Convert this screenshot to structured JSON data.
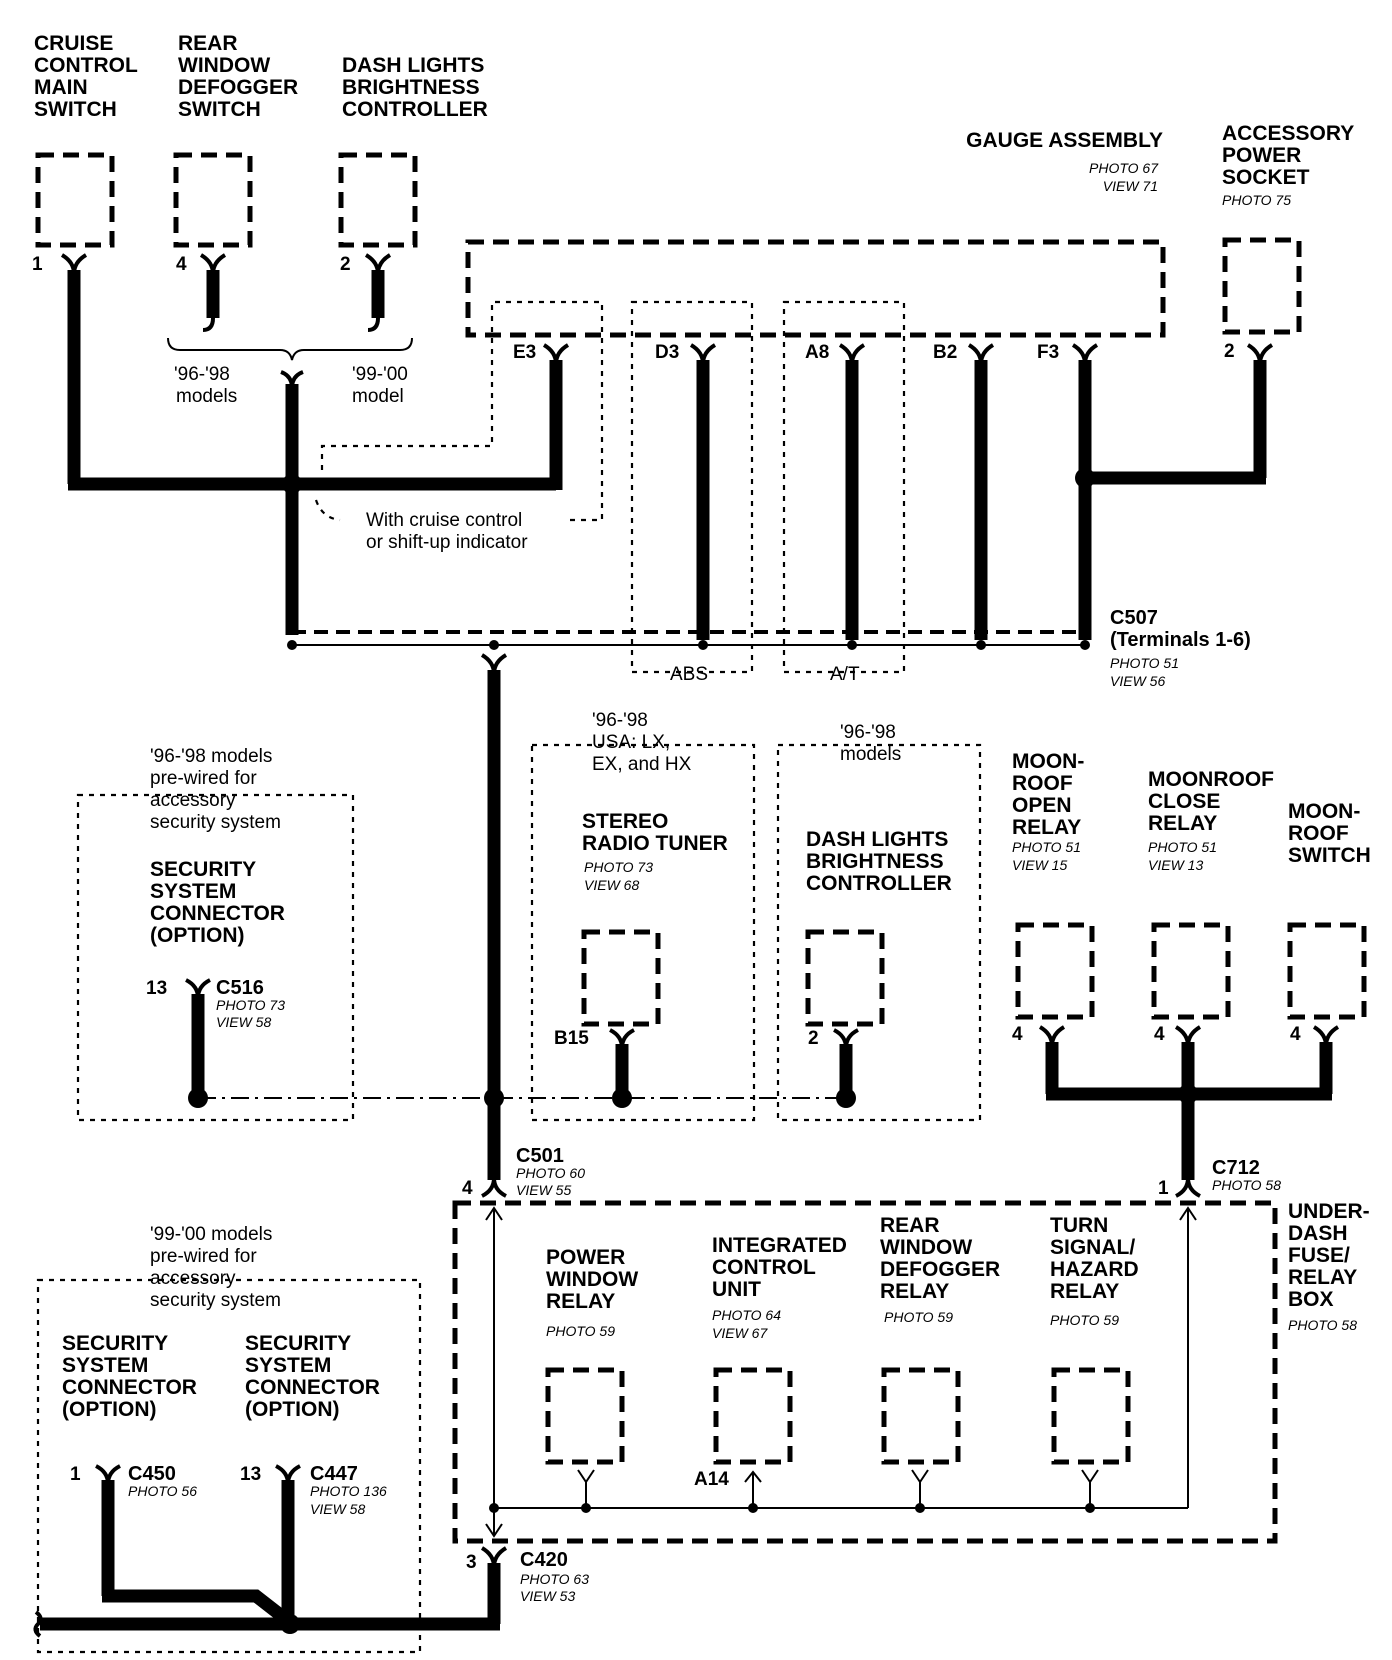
{
  "components": {
    "cruise_switch": {
      "lines": [
        "CRUISE",
        "CONTROL",
        "MAIN",
        "SWITCH"
      ],
      "pin": "1"
    },
    "defogger_switch": {
      "lines": [
        "REAR",
        "WINDOW",
        "DEFOGGER",
        "SWITCH"
      ],
      "pin": "4"
    },
    "dash_controller_top": {
      "lines": [
        "DASH LIGHTS",
        "BRIGHTNESS",
        "CONTROLLER"
      ],
      "pin": "2"
    },
    "gauge_assembly": {
      "lines": [
        "GAUGE ASSEMBLY"
      ],
      "photo": [
        "PHOTO 67",
        "VIEW 71"
      ],
      "pins": [
        "E3",
        "D3",
        "A8",
        "B2",
        "F3"
      ]
    },
    "accessory_socket": {
      "lines": [
        "ACCESSORY",
        "POWER",
        "SOCKET"
      ],
      "photo": [
        "PHOTO 75"
      ],
      "pin": "2"
    },
    "stereo_tuner": {
      "lines": [
        "STEREO",
        "RADIO TUNER"
      ],
      "photo": [
        "PHOTO 73",
        "VIEW 68"
      ],
      "pin": "B15"
    },
    "dash_controller_mid": {
      "lines": [
        "DASH LIGHTS",
        "BRIGHTNESS",
        "CONTROLLER"
      ],
      "pin": "2"
    },
    "moonroof_open_relay": {
      "lines": [
        "MOON-",
        "ROOF",
        "OPEN",
        "RELAY"
      ],
      "photo": [
        "PHOTO 51",
        "VIEW 15"
      ],
      "pin": "4"
    },
    "moonroof_close_relay": {
      "lines": [
        "MOONROOF",
        "CLOSE",
        "RELAY"
      ],
      "photo": [
        "PHOTO 51",
        "VIEW 13"
      ],
      "pin": "4"
    },
    "moonroof_switch": {
      "lines": [
        "MOON-",
        "ROOF",
        "SWITCH"
      ],
      "pin": "4"
    },
    "security_c516": {
      "lines": [
        "SECURITY",
        "SYSTEM",
        "CONNECTOR",
        "(OPTION)"
      ],
      "connector": "C516",
      "photo": [
        "PHOTO 73",
        "VIEW 58"
      ],
      "pin": "13"
    },
    "security_c450": {
      "lines": [
        "SECURITY",
        "SYSTEM",
        "CONNECTOR",
        "(OPTION)"
      ],
      "connector": "C450",
      "photo": [
        "PHOTO 56"
      ],
      "pin": "1"
    },
    "security_c447": {
      "lines": [
        "SECURITY",
        "SYSTEM",
        "CONNECTOR",
        "(OPTION)"
      ],
      "connector": "C447",
      "photo": [
        "PHOTO 136",
        "VIEW 58"
      ],
      "pin": "13"
    },
    "power_window_relay": {
      "lines": [
        "POWER",
        "WINDOW",
        "RELAY"
      ],
      "photo": [
        "PHOTO 59"
      ]
    },
    "integrated_control_unit": {
      "lines": [
        "INTEGRATED",
        "CONTROL",
        "UNIT"
      ],
      "photo": [
        "PHOTO 64",
        "VIEW 67"
      ],
      "pin": "A14"
    },
    "rear_defogger_relay": {
      "lines": [
        "REAR",
        "WINDOW",
        "DEFOGGER",
        "RELAY"
      ],
      "photo": [
        "PHOTO 59"
      ]
    },
    "turn_signal_relay": {
      "lines": [
        "TURN",
        "SIGNAL/",
        "HAZARD",
        "RELAY"
      ],
      "photo": [
        "PHOTO 59"
      ]
    },
    "fuse_box": {
      "lines": [
        "UNDER-",
        "DASH",
        "FUSE/",
        "RELAY",
        "BOX"
      ],
      "photo": [
        "PHOTO 58"
      ]
    }
  },
  "connectors": {
    "c507": {
      "name": "C507",
      "sub": "(Terminals 1-6)",
      "photo": [
        "PHOTO 51",
        "VIEW 56"
      ]
    },
    "c501": {
      "name": "C501",
      "pin": "4",
      "photo": [
        "PHOTO 60",
        "VIEW 55"
      ]
    },
    "c712": {
      "name": "C712",
      "pin": "1",
      "photo": [
        "PHOTO 58"
      ]
    },
    "c420": {
      "name": "C420",
      "pin": "3",
      "photo": [
        "PHOTO 63",
        "VIEW 53"
      ]
    }
  },
  "notes": {
    "models_96_98": [
      "'96-'98",
      "models"
    ],
    "model_99_00": [
      "'99-'00",
      "model"
    ],
    "cruise_indicator": [
      "With cruise control",
      "or shift-up indicator"
    ],
    "abs": "ABS",
    "at": "A/T",
    "stereo_region": [
      "'96-'98",
      "USA: LX,",
      "EX, and HX"
    ],
    "dash_region": [
      "'96-'98",
      "models"
    ],
    "prewired_96_98": [
      "'96-'98 models",
      "pre-wired for",
      "accessory",
      "security system"
    ],
    "prewired_99_00": [
      "'99-'00 models",
      "pre-wired for",
      "accessory",
      "security system"
    ]
  }
}
